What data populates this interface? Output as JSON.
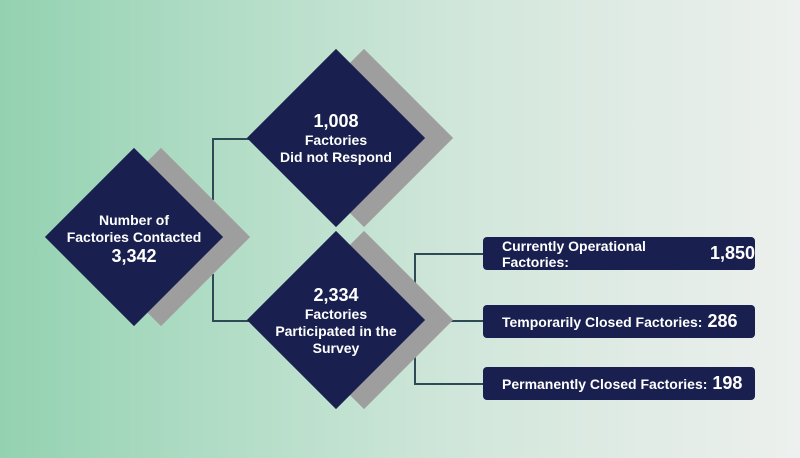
{
  "root": {
    "label_line1": "Number of",
    "label_line2": "Factories Contacted",
    "value": "3,342"
  },
  "no_response": {
    "value": "1,008",
    "line1": "Factories",
    "line2": "Did not Respond"
  },
  "participated": {
    "value": "2,334",
    "line1": "Factories",
    "line2": "Participated in the",
    "line3": "Survey"
  },
  "outcomes": [
    {
      "label": "Currently Operational Factories:",
      "value": "1,850"
    },
    {
      "label": "Temporarily Closed Factories:",
      "value": "286"
    },
    {
      "label": "Permanently Closed Factories:",
      "value": "198"
    }
  ],
  "colors": {
    "navy": "#19204f",
    "gray": "#9e9e9f",
    "line": "#2e4a55"
  }
}
